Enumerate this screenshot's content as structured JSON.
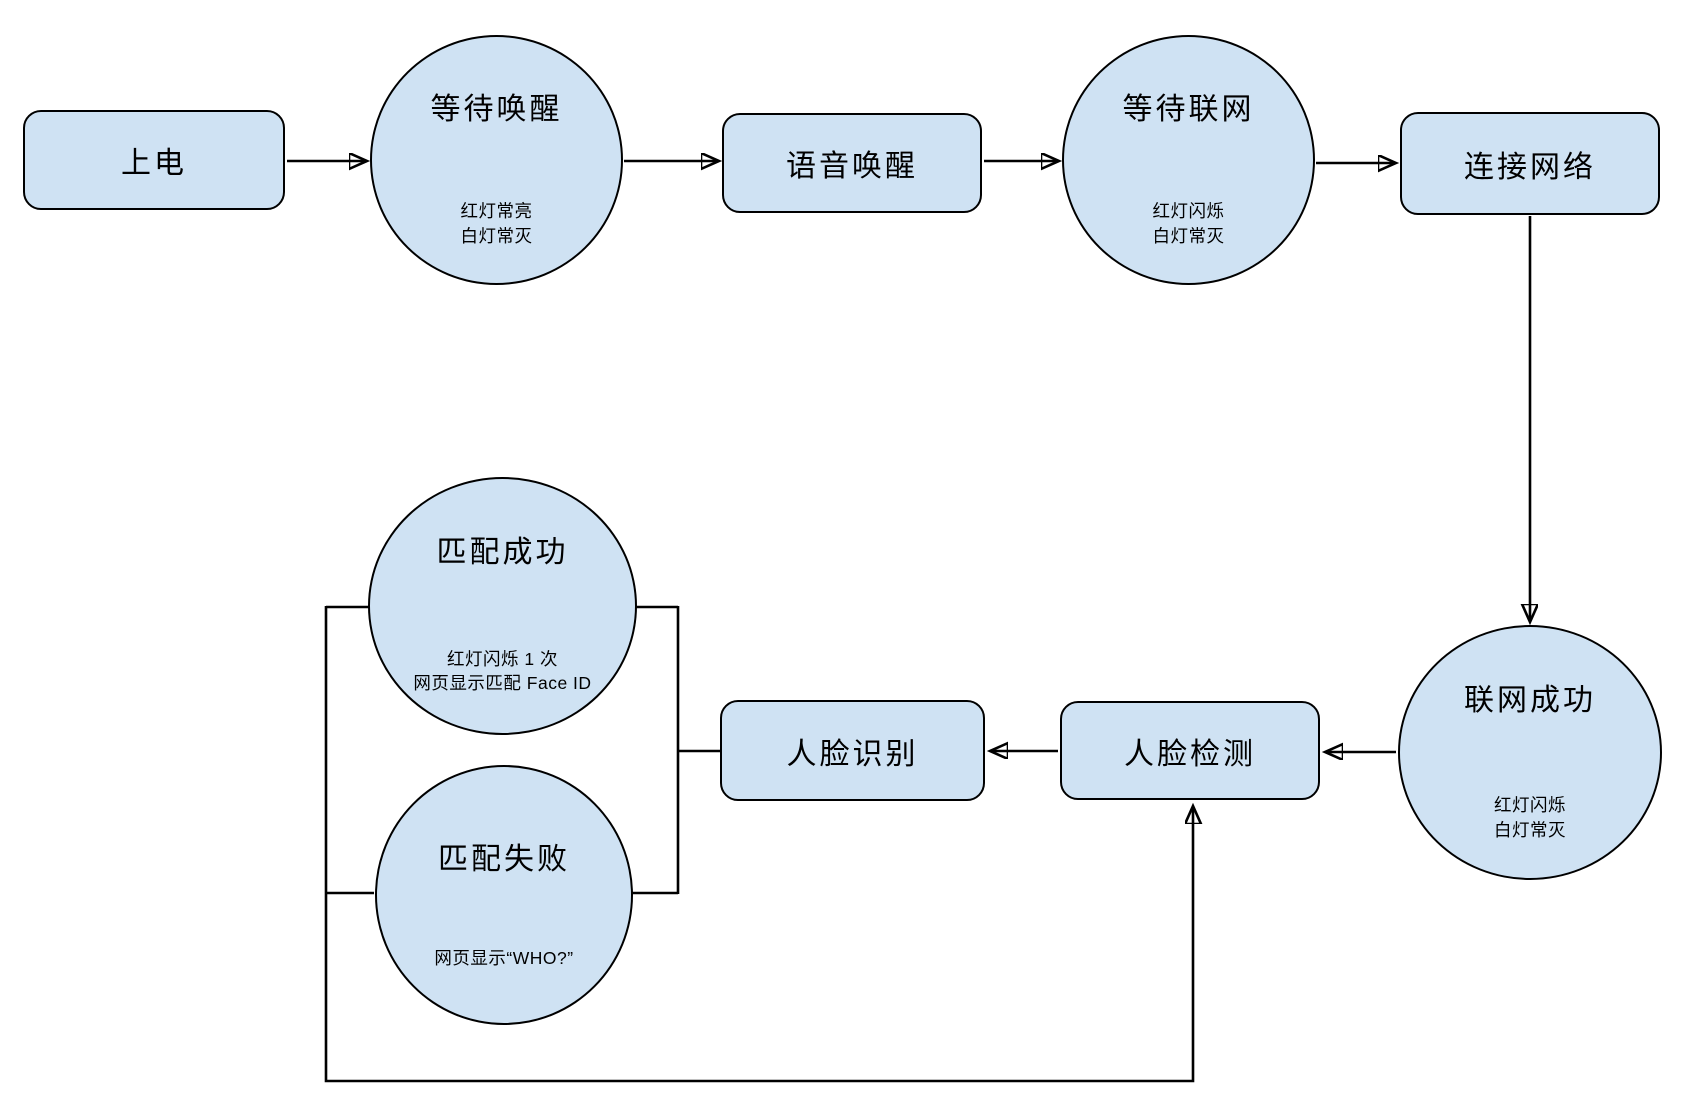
{
  "colors": {
    "background": "#ffffff",
    "node_fill": "#cfe2f3",
    "node_border": "#000000",
    "connector": "#000000"
  },
  "nodes": {
    "power_on": {
      "label": "上电"
    },
    "wait_wake": {
      "label": "等待唤醒",
      "note1": "红灯常亮",
      "note2": "白灯常灭"
    },
    "voice_wake": {
      "label": "语音唤醒"
    },
    "wait_network": {
      "label": "等待联网",
      "note1": "红灯闪烁",
      "note2": "白灯常灭"
    },
    "connect_network": {
      "label": "连接网络"
    },
    "network_success": {
      "label": "联网成功",
      "note1": "红灯闪烁",
      "note2": "白灯常灭"
    },
    "face_detect": {
      "label": "人脸检测"
    },
    "face_recognize": {
      "label": "人脸识别"
    },
    "match_success": {
      "label": "匹配成功",
      "note1": "红灯闪烁 1 次",
      "note2": "网页显示匹配 Face ID"
    },
    "match_fail": {
      "label": "匹配失败",
      "note1": "网页显示“WHO?”"
    }
  },
  "edges": [
    {
      "from": "power_on",
      "to": "wait_wake",
      "arrow": true
    },
    {
      "from": "wait_wake",
      "to": "voice_wake",
      "arrow": true
    },
    {
      "from": "voice_wake",
      "to": "wait_network",
      "arrow": true
    },
    {
      "from": "wait_network",
      "to": "connect_network",
      "arrow": true
    },
    {
      "from": "connect_network",
      "to": "network_success",
      "arrow": true
    },
    {
      "from": "network_success",
      "to": "face_detect",
      "arrow": true
    },
    {
      "from": "face_detect",
      "to": "face_recognize",
      "arrow": true
    },
    {
      "from": "face_recognize",
      "to": "match_success",
      "arrow": false
    },
    {
      "from": "face_recognize",
      "to": "match_fail",
      "arrow": false
    },
    {
      "from": "match_success",
      "to": "face_detect",
      "arrow": true
    },
    {
      "from": "match_fail",
      "to": "face_detect",
      "arrow": true
    }
  ]
}
